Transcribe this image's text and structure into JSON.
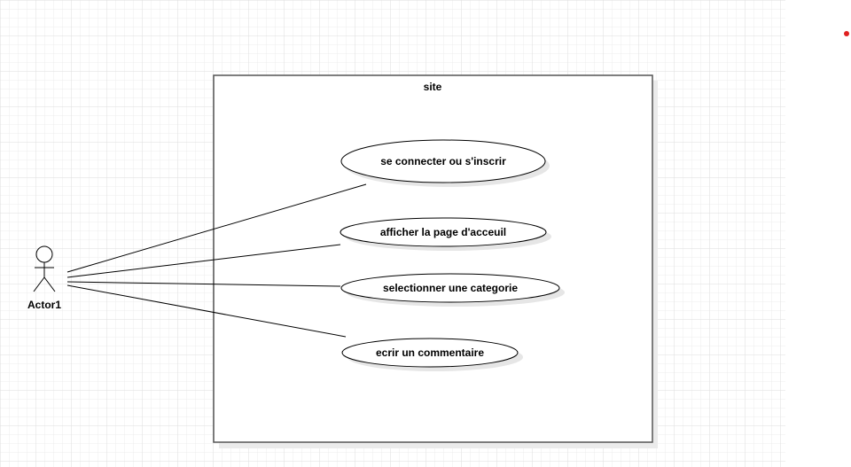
{
  "system": {
    "title": "site"
  },
  "actor": {
    "name": "Actor1"
  },
  "use_cases": [
    {
      "label": "se connecter ou s'inscrir"
    },
    {
      "label": "afficher la page d'acceuil"
    },
    {
      "label": "selectionner une categorie"
    },
    {
      "label": "ecrir un commentaire"
    }
  ],
  "colors": {
    "grid_line": "#e4e4e4",
    "grid_line_major": "#d6d6d6",
    "stroke": "#000000",
    "shadow": "#e6e6e6",
    "marker": "#e02020"
  }
}
